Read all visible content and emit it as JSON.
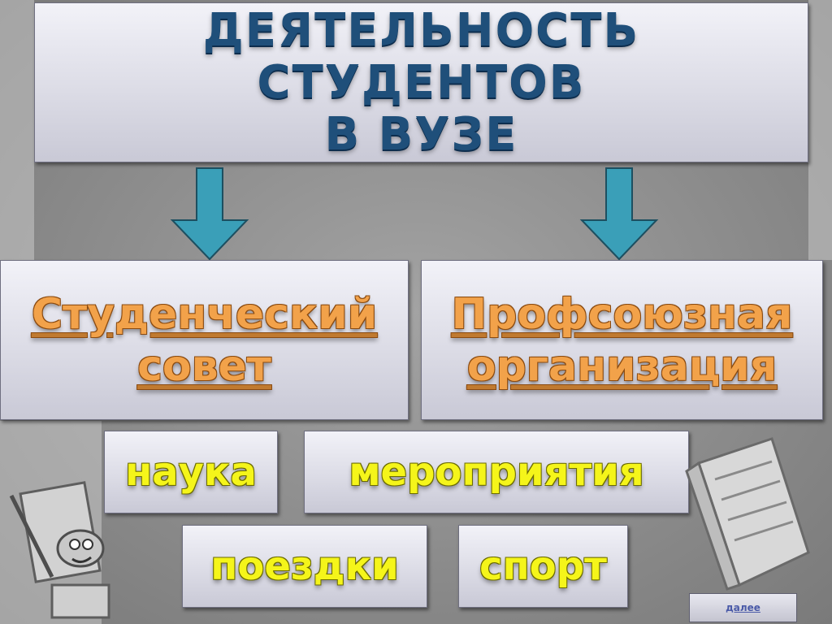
{
  "title": {
    "line1": "ДЕЯТЕЛЬНОСТЬ СТУДЕНТОВ",
    "line2": "В ВУЗЕ"
  },
  "organizations": [
    {
      "line1": "Студенческий",
      "line2": "совет"
    },
    {
      "line1": "Профсоюзная",
      "line2": "организация"
    }
  ],
  "activities": [
    "наука",
    "мероприятия",
    "поездки",
    "спорт"
  ],
  "navigation": {
    "next_label": "далее"
  },
  "colors": {
    "title": "#1f4f7a",
    "organization_text": "#f2a24a",
    "activity_text": "#f5f51a",
    "arrow_fill": "#3a9fb8",
    "box_background": "#e4e4ee"
  },
  "icons": [
    "down-arrow-icon",
    "newspaper-illustration",
    "cartoon-reporter-illustration"
  ]
}
